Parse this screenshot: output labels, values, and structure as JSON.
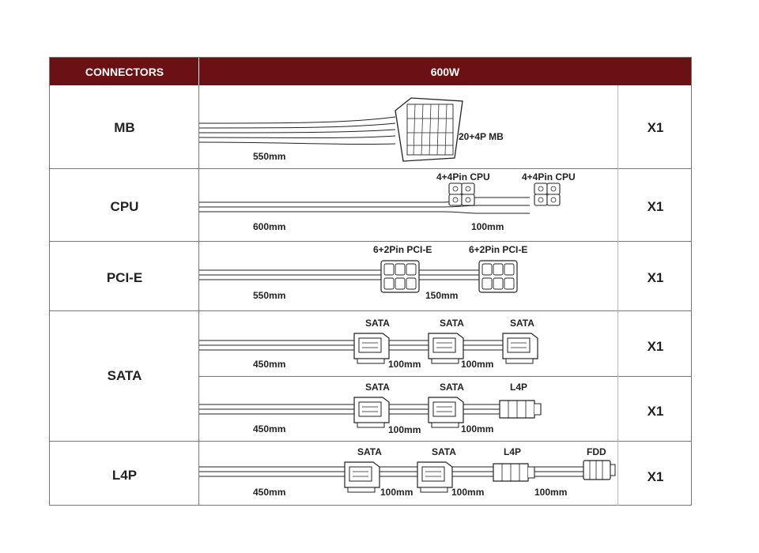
{
  "header": {
    "col1": "CONNECTORS",
    "col2": "600W"
  },
  "rows": [
    {
      "label": "MB",
      "qty": "X1",
      "connectors": [
        "20+4P MB"
      ],
      "lengths": [
        "550mm"
      ]
    },
    {
      "label": "CPU",
      "qty": "X1",
      "connectors": [
        "4+4Pin CPU",
        "4+4Pin CPU"
      ],
      "lengths": [
        "600mm",
        "100mm"
      ]
    },
    {
      "label": "PCI-E",
      "qty": "X1",
      "connectors": [
        "6+2Pin PCI-E",
        "6+2Pin PCI-E"
      ],
      "lengths": [
        "550mm",
        "150mm"
      ]
    },
    {
      "label": "SATA",
      "qty": "X1",
      "connectors": [
        "SATA",
        "SATA",
        "SATA"
      ],
      "lengths": [
        "450mm",
        "100mm",
        "100mm"
      ]
    },
    {
      "label": "SATA",
      "qty": "X1",
      "connectors": [
        "SATA",
        "SATA",
        "L4P"
      ],
      "lengths": [
        "450mm",
        "100mm",
        "100mm"
      ]
    },
    {
      "label": "L4P",
      "qty": "X1",
      "connectors": [
        "SATA",
        "SATA",
        "L4P",
        "FDD"
      ],
      "lengths": [
        "450mm",
        "100mm",
        "100mm",
        "100mm"
      ]
    }
  ],
  "colors": {
    "header_bg": "#6b1114",
    "header_text": "#ffffff",
    "border": "#777777"
  }
}
